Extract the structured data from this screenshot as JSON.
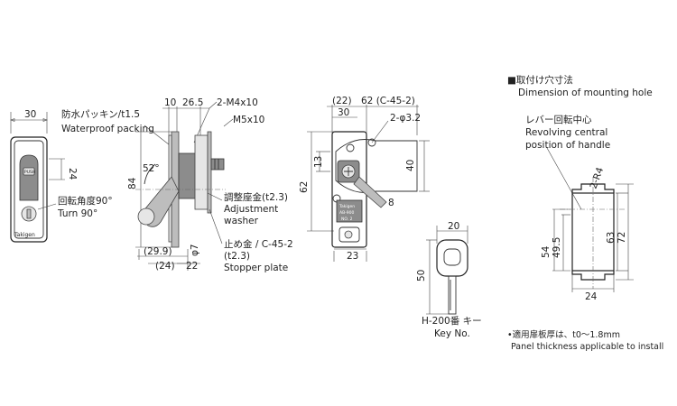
{
  "front_view": {
    "dim_width": "30",
    "dim_top": "24",
    "brand": "Takigen",
    "button": "PUSH"
  },
  "side_view": {
    "dim_10": "10",
    "dim_26_5": "26.5",
    "dim_m4": "2-M4x10",
    "dim_m5": "M5x10",
    "dim_84": "84",
    "angle": "52°",
    "dim_29_9": "(29.9)",
    "dim_24p": "(24)",
    "dim_22": "22",
    "dim_phi7": "φ7",
    "gasket_jp": "防水パッキン/t1.5",
    "gasket_en": "Waterproof packing",
    "washer_jp": "調整座金(t2.3)",
    "washer_en1": "Adjustment",
    "washer_en2": "washer",
    "stopper_jp": "止め金 / C-45-2",
    "stopper_t": "(t2.3)",
    "stopper_en": "Stopper plate",
    "turn_jp": "回転角度90°",
    "turn_en": "Turn 90°"
  },
  "back_view": {
    "dim_22p": "(22)",
    "dim_62c": "62 (C-45-2)",
    "dim_30": "30",
    "dim_phi32": "2-φ3.2",
    "dim_13": "13",
    "dim_62": "62",
    "dim_40": "40",
    "dim_8": "8",
    "dim_23": "23",
    "label1": "Takigen",
    "label2": "AB-900",
    "label3": "NO. 2"
  },
  "key": {
    "dim_20": "20",
    "dim_50": "50",
    "name_jp": "H-200番 キー",
    "name_en": "Key No."
  },
  "mounting": {
    "title_jp": "■取付け穴寸法",
    "title_en": "Dimension of mounting hole",
    "lever_jp": "レバー回転中心",
    "lever_en1": "Revolving central",
    "lever_en2": "position of handle",
    "dim_r4": "2-R4",
    "dim_54": "54",
    "dim_49_5": "49.5",
    "dim_63": "63",
    "dim_72": "72",
    "dim_24": "24",
    "note_jp": "•適用扉板厚は、t0～1.8mm",
    "note_en": "Panel thickness applicable to install"
  }
}
